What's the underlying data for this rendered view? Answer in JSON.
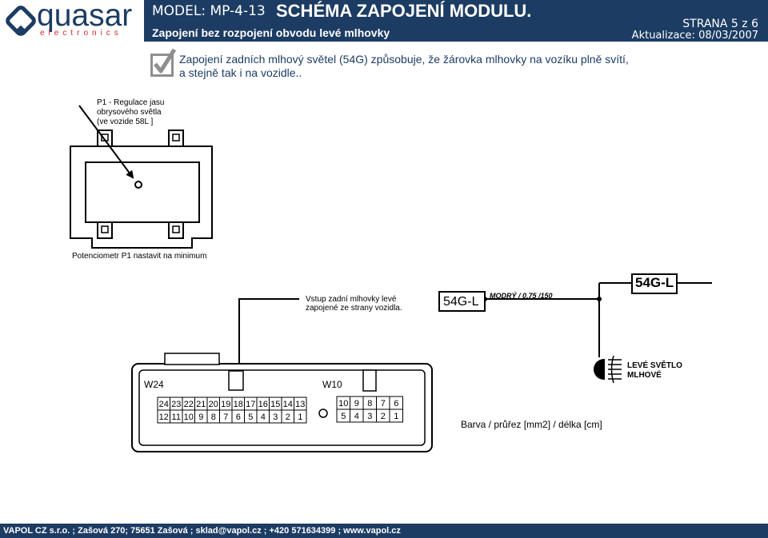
{
  "header": {
    "logo_name": "quasar",
    "logo_sub": "electronics",
    "model": "MODEL: MP-4-13",
    "title": "SCHÉMA ZAPOJENÍ MODULU.",
    "subtitle": "Zapojení bez rozpojení obvodu levé mlhovky",
    "page": "STRANA 5 z 6",
    "updated": "Aktualizace: 08/03/2007",
    "brand_color": "#1c3c63",
    "accent_color": "#d8242a"
  },
  "intro": {
    "icon": "checkmark-icon",
    "line1": "Zapojení zadních mlhový světel (54G) způsobuje, že žárovka mlhovky na vozíku plně svítí,",
    "line2": "a stejně tak i na vozidle.."
  },
  "module": {
    "p1_line1": "P1 - Regulace jasu",
    "p1_line2": "obrysového světla",
    "p1_line3": "(ve vozide  58L ]",
    "pot_note": "Potenciometr P1 nastavit na minimum"
  },
  "wiring": {
    "input_note_1": "Vstup zadní mlhovky levé",
    "input_note_2": "zapojené ze strany vozidla.",
    "label_left": "54G-L",
    "label_right": "54G-L",
    "wire_spec": "MODRÝ  / 0,75 /150",
    "lamp_label_1": "LEVÉ SVĚTLO",
    "lamp_label_2": "MLHOVÉ",
    "legend": "Barva / průřez [mm2] / délka [cm]"
  },
  "connector": {
    "w24_label": "W24",
    "w10_label": "W10",
    "w24_top": [
      "24",
      "23",
      "22",
      "21",
      "20",
      "19",
      "18",
      "17",
      "16",
      "15",
      "14",
      "13"
    ],
    "w24_bottom": [
      "12",
      "11",
      "10",
      "9",
      "8",
      "7",
      "6",
      "5",
      "4",
      "3",
      "2",
      "1"
    ],
    "w10_top": [
      "10",
      "9",
      "8",
      "7",
      "6"
    ],
    "w10_bottom": [
      "5",
      "4",
      "3",
      "2",
      "1"
    ]
  },
  "footer": {
    "text": "VAPOL CZ s.r.o. ; Zašová 270; 75651 Zašová ; sklad@vapol.cz ; +420 571634399 ; www.vapol.cz"
  }
}
